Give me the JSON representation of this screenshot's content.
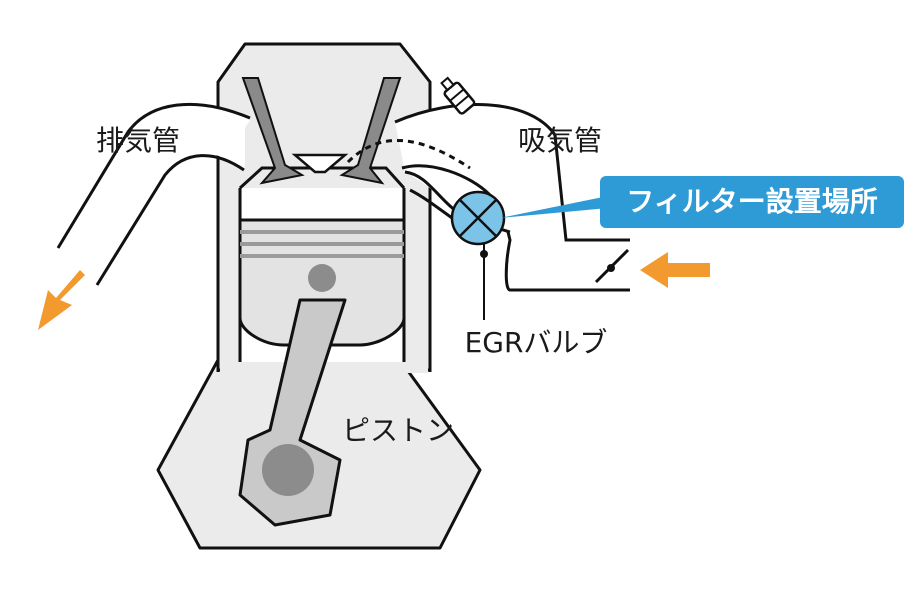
{
  "labels": {
    "exhaust_pipe": "排気管",
    "intake_pipe": "吸気管",
    "filter_location": "フィルター設置場所",
    "egr_valve": "EGRバルブ",
    "piston": "ピストン"
  },
  "colors": {
    "engine_fill": "#ebebeb",
    "outline": "#111111",
    "valve_gray": "#8a8a8a",
    "piston_fill": "#e3e3e3",
    "rod_fill": "#c9c9c9",
    "pin_fill": "#8c8c8c",
    "egr_blue": "#7cc3e8",
    "callout_blue": "#2f9bd6",
    "arrow_orange": "#f29a2e"
  },
  "icons": {
    "egr_valve": "cross-circle-icon",
    "throttle": "butterfly-valve-icon",
    "injector": "injector-icon"
  }
}
